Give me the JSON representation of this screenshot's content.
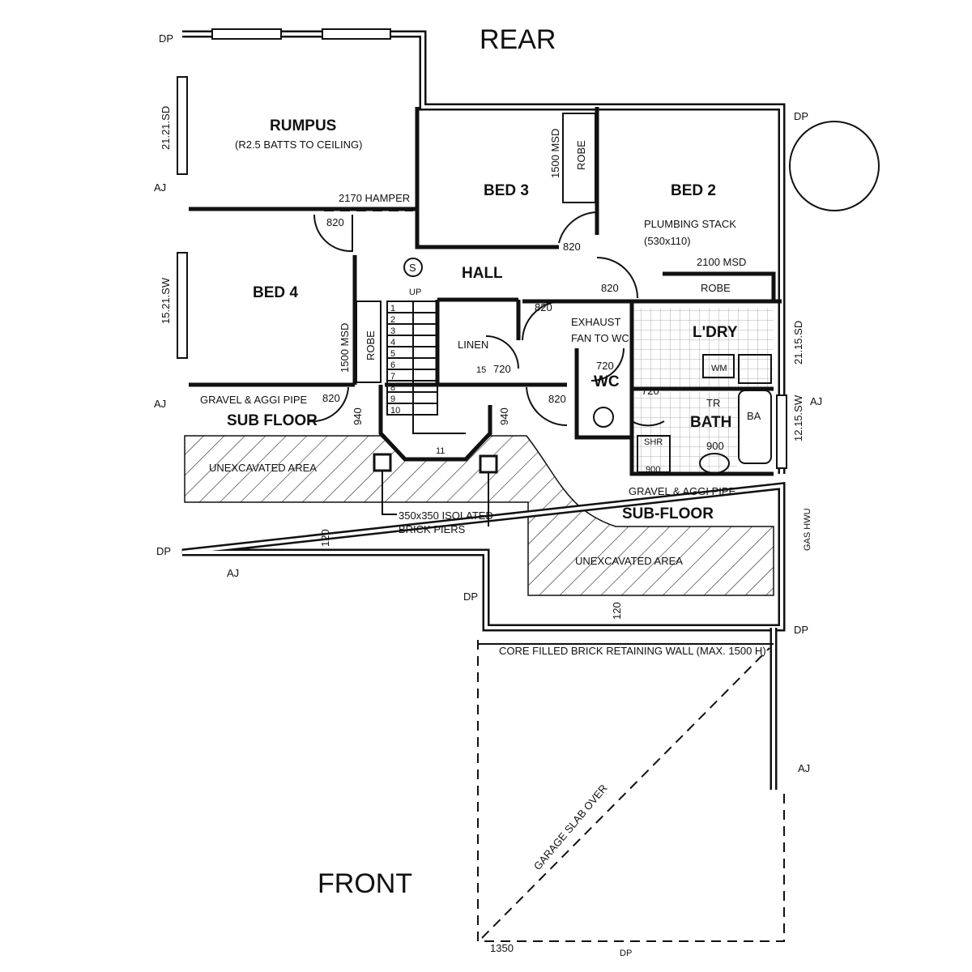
{
  "orientation": {
    "rear": "REAR",
    "front": "FRONT"
  },
  "rooms": {
    "rumpus": "RUMPUS",
    "rumpus_note": "(R2.5 BATTS TO CEILING)",
    "bed3": "BED 3",
    "bed2": "BED 2",
    "bed4": "BED 4",
    "hall": "HALL",
    "linen": "LINEN",
    "ldry": "L'DRY",
    "wc": "WC",
    "bath": "BATH"
  },
  "fixtures": {
    "hamper": "2170 HAMPER",
    "robe": "ROBE",
    "msd_1500": "1500 MSD",
    "msd_2100": "2100 MSD",
    "plumbing_stack": "PLUMBING STACK",
    "plumbing_size": "(530x110)",
    "exhaust_fan": "EXHAUST",
    "exhaust_fan_2": "FAN TO WC",
    "wm": "WM",
    "tr": "TR",
    "ba": "BA",
    "shr": "SHR",
    "stair_up": "UP",
    "smoke": "S",
    "gas_hwu": "GAS HWU"
  },
  "dims": {
    "d820": "820",
    "d720": "720",
    "d940": "940",
    "d900": "900",
    "d120": "120",
    "d1350": "1350",
    "d11": "11",
    "d15": "15"
  },
  "stair_steps": [
    "1",
    "2",
    "3",
    "4",
    "5",
    "6",
    "7",
    "8",
    "9",
    "10"
  ],
  "windows": {
    "w1": "21.21.SD",
    "w2": "15.21.SW",
    "w3": "21.15.SD",
    "w4": "12.15.SW"
  },
  "markers": {
    "dp": "DP",
    "aj": "AJ"
  },
  "subfloor": {
    "gravel_pipe": "GRAVEL & AGGI PIPE",
    "sub_floor": "SUB FLOOR",
    "sub_floor_2": "SUB-FLOOR",
    "unexcavated": "UNEXCAVATED AREA",
    "piers": "350x350 ISOLATED",
    "piers_2": "BRICK PIERS"
  },
  "retaining_wall": "CORE FILLED BRICK RETAINING WALL (MAX. 1500 H)",
  "garage": "GARAGE SLAB OVER"
}
